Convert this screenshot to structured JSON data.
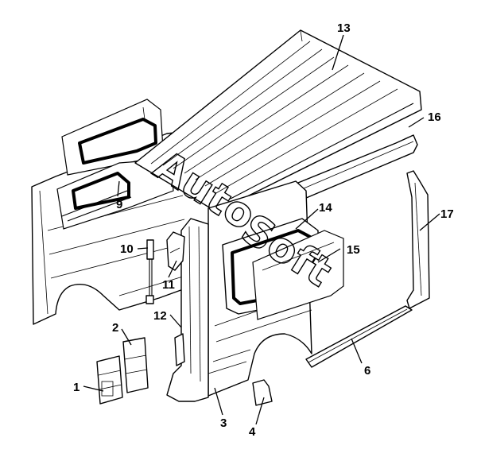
{
  "watermark": {
    "text_left": "Auto",
    "text_right": "Soft"
  },
  "callouts": [
    {
      "id": "c1",
      "label": "1"
    },
    {
      "id": "c2",
      "label": "2"
    },
    {
      "id": "c3",
      "label": "3"
    },
    {
      "id": "c4",
      "label": "4"
    },
    {
      "id": "c6",
      "label": "6"
    },
    {
      "id": "c9",
      "label": "9"
    },
    {
      "id": "c10",
      "label": "10"
    },
    {
      "id": "c11",
      "label": "11"
    },
    {
      "id": "c12",
      "label": "12"
    },
    {
      "id": "c13",
      "label": "13"
    },
    {
      "id": "c14",
      "label": "14"
    },
    {
      "id": "c15",
      "label": "15"
    },
    {
      "id": "c16",
      "label": "16"
    },
    {
      "id": "c17",
      "label": "17"
    }
  ]
}
